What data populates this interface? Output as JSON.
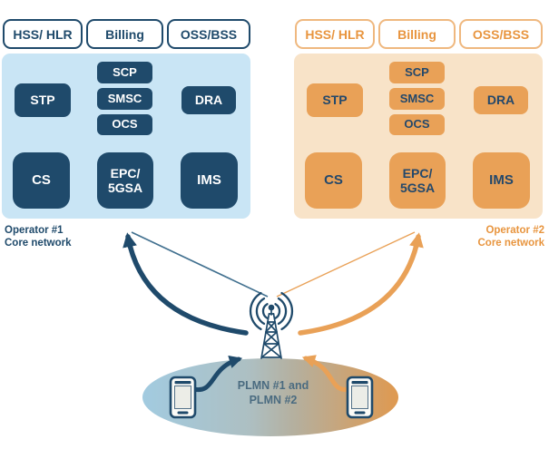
{
  "operator1": {
    "headers": {
      "hss": "HSS/ HLR",
      "billing": "Billing",
      "oss": "OSS/BSS"
    },
    "core": {
      "stp": "STP",
      "scp": "SCP",
      "smsc": "SMSC",
      "ocs": "OCS",
      "dra": "DRA",
      "cs": "CS",
      "epc": "EPC/\n5GSA",
      "ims": "IMS"
    },
    "label": "Operator #1\nCore network"
  },
  "operator2": {
    "headers": {
      "hss": "HSS/ HLR",
      "billing": "Billing",
      "oss": "OSS/BSS"
    },
    "core": {
      "stp": "STP",
      "scp": "SCP",
      "smsc": "SMSC",
      "ocs": "OCS",
      "dra": "DRA",
      "cs": "CS",
      "epc": "EPC/\n5GSA",
      "ims": "IMS"
    },
    "label": "Operator #2\nCore network"
  },
  "bottom": {
    "plmn_label": "PLMN #1 and\nPLMN #2"
  },
  "colors": {
    "navy": "#1f4a6b",
    "steel_line": "#41708f",
    "light_blue_panel": "#c9e5f5",
    "orange": "#e9a157",
    "orange_header_border": "#efb87f",
    "orange_text": "#e8953f",
    "peach_panel": "#f8e3c8",
    "plmn_text": "#4a6b80",
    "ellipse_gradient": [
      "#a2cbe0",
      "#adbfc2",
      "#b5af9d",
      "#df9950"
    ]
  }
}
